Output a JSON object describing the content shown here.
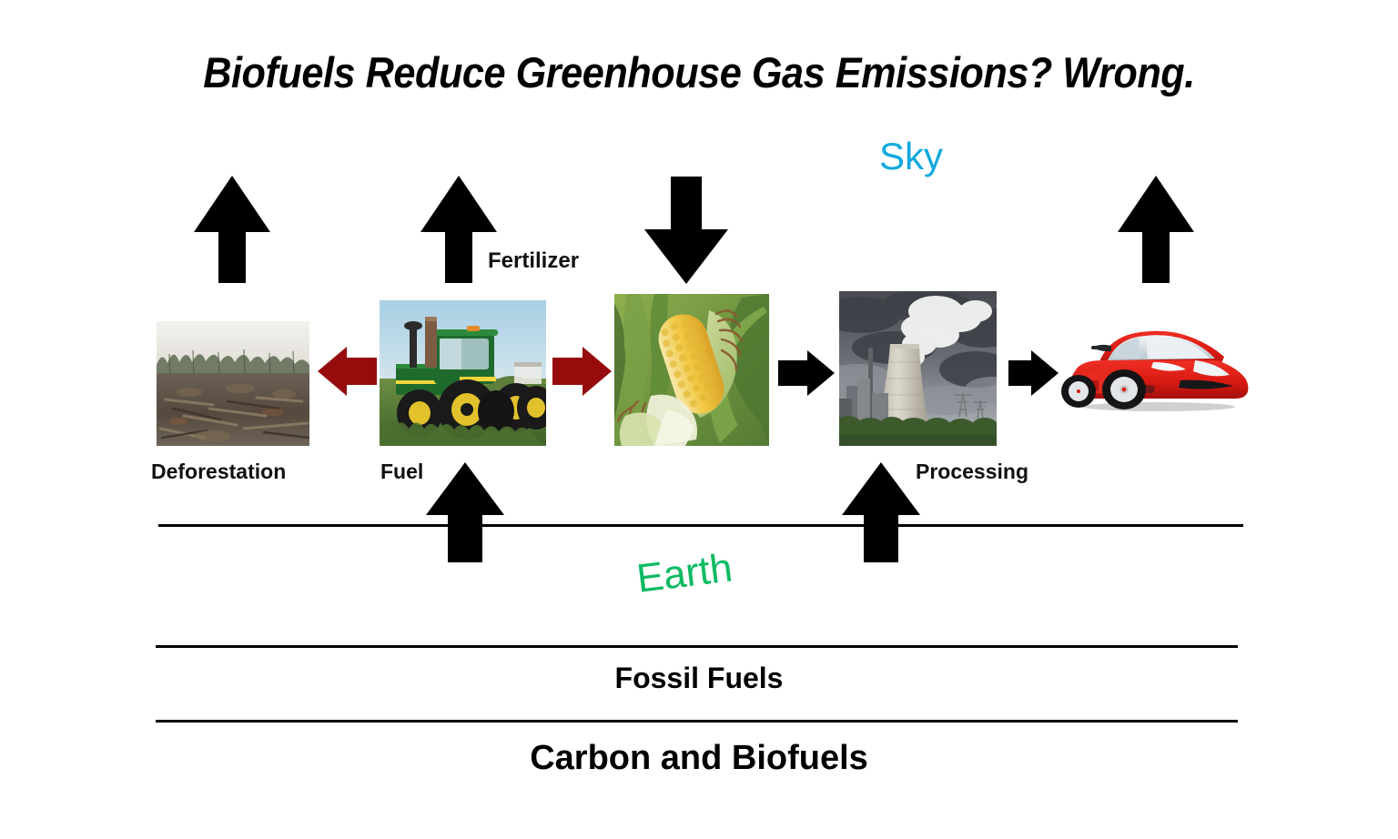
{
  "title": "Biofuels Reduce Greenhouse Gas Emissions? Wrong.",
  "zones": {
    "sky": "Sky",
    "earth": "Earth",
    "fossil_fuels": "Fossil Fuels",
    "carbon_and_biofuels": "Carbon and Biofuels"
  },
  "nodes": [
    {
      "id": "deforestation",
      "label": "Deforestation",
      "image": "deforestation-photo"
    },
    {
      "id": "fuel",
      "label": "Fuel",
      "image": "tractor-photo"
    },
    {
      "id": "crop",
      "label": "",
      "image": "corn-photo"
    },
    {
      "id": "processing",
      "label": "Processing",
      "image": "power-plant-photo"
    },
    {
      "id": "vehicle",
      "label": "",
      "image": "red-car-illustration"
    }
  ],
  "edge_labels": {
    "fertilizer": "Fertilizer"
  },
  "colors": {
    "sky_text": "#13a9dd",
    "earth_text": "#0dba62",
    "emission_arrow": "#000000",
    "input_arrow": "#960c0c",
    "line": "#000000",
    "background": "#ffffff"
  },
  "arrows": [
    {
      "id": "deforestation-emission",
      "direction": "up",
      "color": "#000000",
      "meaning": "emissions to sky"
    },
    {
      "id": "fuel-emission",
      "direction": "up",
      "color": "#000000",
      "meaning": "emissions to sky"
    },
    {
      "id": "crop-uptake",
      "direction": "down",
      "color": "#000000",
      "meaning": "carbon uptake from sky"
    },
    {
      "id": "vehicle-emission",
      "direction": "up",
      "color": "#000000",
      "meaning": "emissions to sky"
    },
    {
      "id": "fuel-from-fossil",
      "direction": "up",
      "color": "#000000",
      "meaning": "fossil fuel input"
    },
    {
      "id": "processing-from-fossil",
      "direction": "up",
      "color": "#000000",
      "meaning": "fossil fuel input"
    },
    {
      "id": "fuel-to-deforestation",
      "direction": "left",
      "color": "#960c0c",
      "meaning": "fuel drives deforestation"
    },
    {
      "id": "fuel-to-crop",
      "direction": "right",
      "color": "#960c0c",
      "meaning": "fertilizer and fuel to crop"
    },
    {
      "id": "crop-to-processing",
      "direction": "right",
      "color": "#000000",
      "meaning": "crop to processing"
    },
    {
      "id": "processing-to-vehicle",
      "direction": "right",
      "color": "#000000",
      "meaning": "biofuel to vehicle"
    }
  ]
}
